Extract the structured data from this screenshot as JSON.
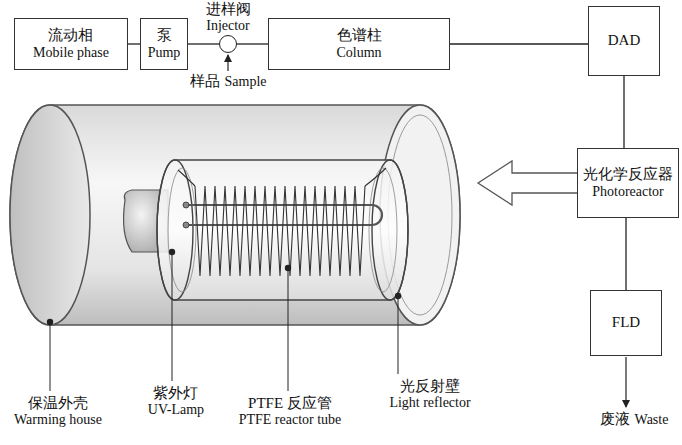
{
  "diagram": {
    "nodes": [
      {
        "text": [
          "流动相",
          "Mobile phase"
        ]
      },
      {
        "text": [
          "泵",
          "Pump"
        ]
      },
      {
        "text": [
          "进样阀",
          "Injector"
        ]
      },
      {
        "text": [
          "色谱柱",
          "Column"
        ]
      },
      {
        "text": [
          "DAD"
        ]
      },
      {
        "text": [
          "光化学反应器",
          "Photoreactor"
        ]
      },
      {
        "text": [
          "FLD"
        ]
      }
    ],
    "edges": [
      {
        "from": 0,
        "to": 1,
        "arrow": "none"
      },
      {
        "from": 1,
        "to": 2,
        "arrow": "none"
      },
      {
        "from": 2,
        "to": 3,
        "arrow": "none"
      },
      {
        "from": 3,
        "to": 4,
        "arrow": "none"
      },
      {
        "from": 4,
        "to": 5,
        "arrow": "none"
      },
      {
        "from": 5,
        "to": 6,
        "arrow": "none"
      }
    ],
    "labels": [
      "样品",
      "Sample",
      "保温外壳",
      "Warming house",
      "紫外灯",
      "UV-Lamp",
      "PTFE 反应管",
      "PTFE reactor tube",
      "光反射壁",
      "Light reflector",
      "废液",
      "Waste"
    ]
  }
}
